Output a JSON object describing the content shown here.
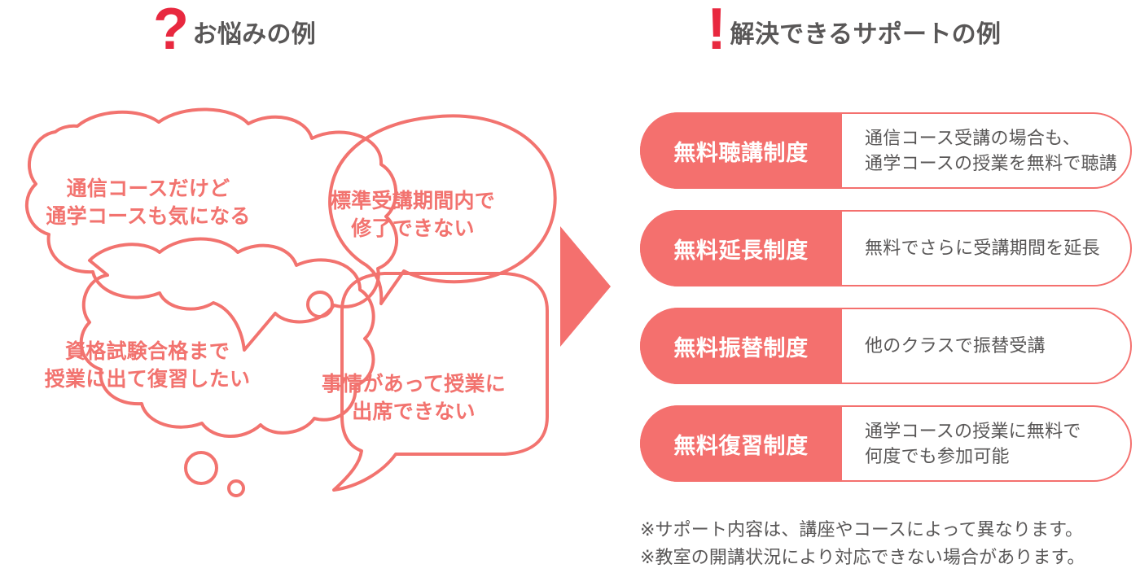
{
  "colors": {
    "accent_pink": "#F4706E",
    "bubble_text_pink": "#F2736F",
    "mark_red": "#E8283F",
    "body_gray": "#595757",
    "white": "#FFFFFF"
  },
  "header_left": {
    "mark": "?",
    "mark_name": "question-mark-icon",
    "title": "お悩みの例"
  },
  "header_right": {
    "mark": "!",
    "mark_name": "exclamation-mark-icon",
    "title": "解決できるサポートの例"
  },
  "bubbles": [
    {
      "id": "bubble-1",
      "text": "通信コースだけど\n通学コースも気になる",
      "style": "cloud"
    },
    {
      "id": "bubble-2",
      "text": "標準受講期間内で\n修了できない",
      "style": "thought-oval"
    },
    {
      "id": "bubble-3",
      "text": "資格試験合格まで\n授業に出て復習したい",
      "style": "cloud"
    },
    {
      "id": "bubble-4",
      "text": "事情があって授業に\n出席できない",
      "style": "speech-rounded"
    }
  ],
  "arrow": {
    "name": "right-arrow",
    "direction": "right",
    "color": "#F4706E"
  },
  "cards": [
    {
      "label": "無料聴講制度",
      "desc": "通信コース受講の場合も、\n通学コースの授業を無料で聴講"
    },
    {
      "label": "無料延長制度",
      "desc": "無料でさらに受講期間を延長"
    },
    {
      "label": "無料振替制度",
      "desc": "他のクラスで振替受講"
    },
    {
      "label": "無料復習制度",
      "desc": "通学コースの授業に無料で\n何度でも参加可能"
    }
  ],
  "notes": [
    "※サポート内容は、講座やコースによって異なります。",
    "※教室の開講状況により対応できない場合があります。"
  ]
}
